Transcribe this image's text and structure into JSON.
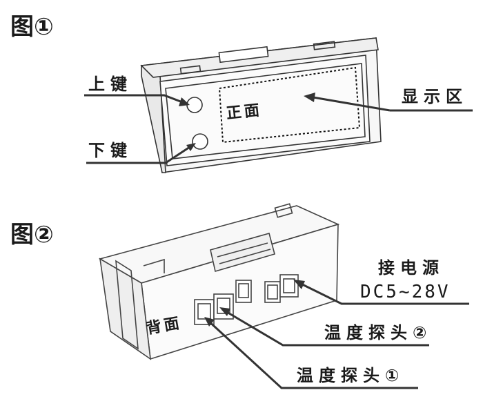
{
  "figure1": {
    "title": "图①",
    "labels": {
      "up_key": "上键",
      "down_key": "下键",
      "front": "正面",
      "display_area": "显示区"
    }
  },
  "figure2": {
    "title": "图②",
    "labels": {
      "back": "背面",
      "power_line1": "接电源",
      "power_line2": "DC5~28V",
      "probe2": "温度探头②",
      "probe1": "温度探头①"
    }
  }
}
